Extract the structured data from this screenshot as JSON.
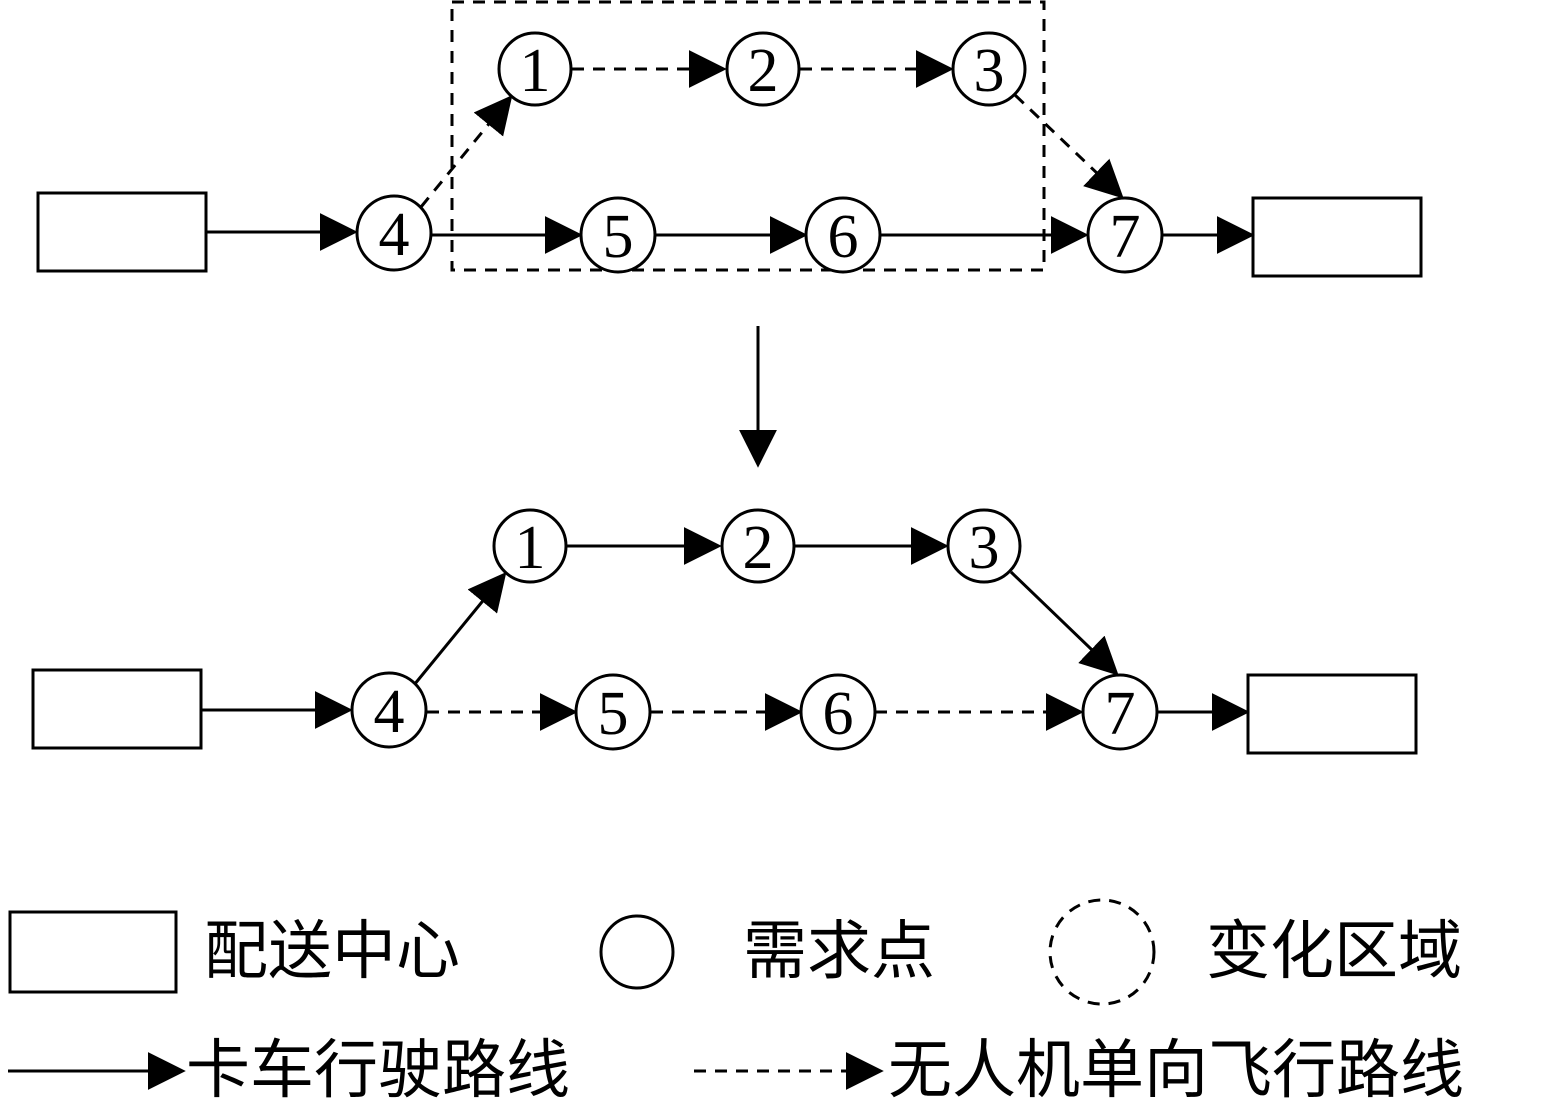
{
  "top_diagram": {
    "nodes": [
      "1",
      "2",
      "3",
      "4",
      "5",
      "6",
      "7"
    ]
  },
  "bottom_diagram": {
    "nodes": [
      "1",
      "2",
      "3",
      "4",
      "5",
      "6",
      "7"
    ]
  },
  "legend": {
    "distribution_center": "配送中心",
    "demand_point": "需求点",
    "change_region": "变化区域",
    "truck_route": "卡车行驶路线",
    "drone_route": "无人机单向飞行路线"
  }
}
